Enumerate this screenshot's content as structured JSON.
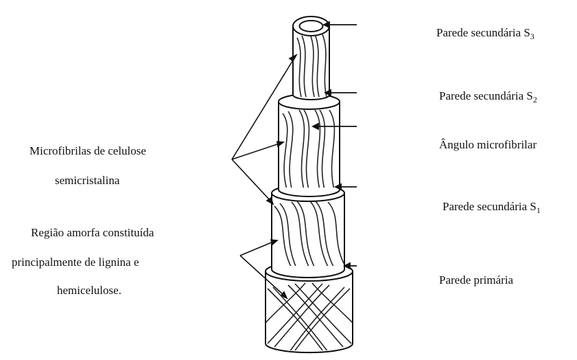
{
  "labels": {
    "s3": {
      "text": "Parede secundária S",
      "sub": "3"
    },
    "s2": {
      "text": "Parede secundária S",
      "sub": "2"
    },
    "angle": "Ângulo microfibrilar",
    "s1": {
      "text": "Parede secundária S",
      "sub": "1"
    },
    "primary": "Parede primária",
    "microfibrils": [
      "Microfibrilas de celulose",
      "semicristalina"
    ],
    "amorphous": [
      "Região amorfa constituída",
      "principalmente de lignina e",
      "hemicelulose."
    ]
  }
}
